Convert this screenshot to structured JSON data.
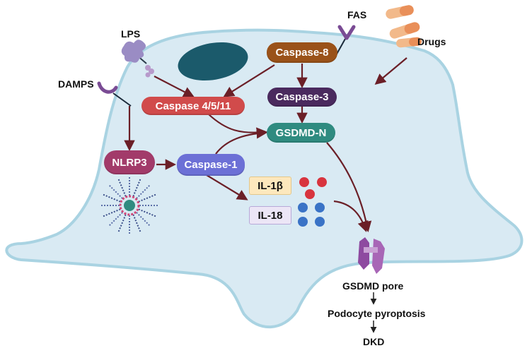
{
  "nodes": {
    "lps": "LPS",
    "damps": "DAMPS",
    "fas": "FAS",
    "drugs": "Drugs",
    "caspase8": "Caspase-8",
    "caspase3": "Caspase-3",
    "caspase4511": "Caspase 4/5/11",
    "gsdmd_n": "GSDMD-N",
    "nlrp3": "NLRP3",
    "caspase1": "Caspase-1",
    "il1b": "IL-1β",
    "il18": "IL-18",
    "gsdmd_pore": "GSDMD pore",
    "pyroptosis": "Podocyte pyroptosis",
    "dkd": "DKD"
  },
  "colors": {
    "cell_fill": "#d9eaf3",
    "cell_border": "#a9d3e2",
    "nucleus": "#1b5a6b",
    "arrow": "#6b1f27",
    "caspase8": "#9a5219",
    "caspase3": "#4a2a5e",
    "caspase4511": "#d14b4b",
    "gsdmd_n": "#2f8b80",
    "nlrp3": "#a23b6a",
    "caspase1": "#6c70d6",
    "il1b_box": "#fde8bd",
    "il18_box": "#ece6f6",
    "il1b_dots": "#d8343e",
    "il18_dots": "#3a73c6",
    "pore": "#8e4aa0"
  },
  "icons": [
    "lps-receptor-icon",
    "damps-receptor-icon",
    "fas-receptor-icon",
    "drug-capsules-icon",
    "inflammasome-icon",
    "gsdmd-pore-icon",
    "nucleus-icon"
  ]
}
